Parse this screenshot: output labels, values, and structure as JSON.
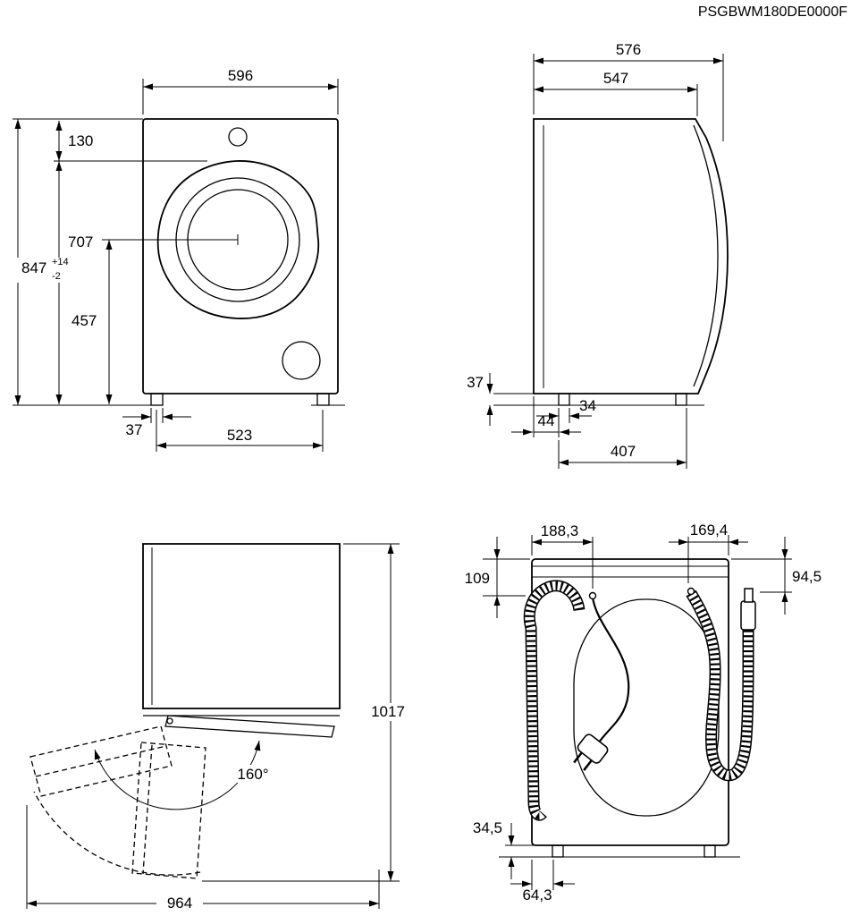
{
  "header": {
    "part_number": "PSGBWM180DE0000F"
  },
  "front_view": {
    "width": "596",
    "top_to_door": "130",
    "door_to_floor": "707",
    "height": "847",
    "height_tol_plus": "+14",
    "height_tol_minus": "-2",
    "door_center_height": "457",
    "foot_width": "37",
    "feet_span": "523"
  },
  "side_view": {
    "depth_total": "576",
    "depth_body": "547",
    "foot_height": "37",
    "foot_depth": "34",
    "back_to_foot": "44",
    "feet_span": "407"
  },
  "open_door_view": {
    "depth_door_open": "1017",
    "door_angle": "160°",
    "width_door_open": "964"
  },
  "rear_view": {
    "left_to_cord": "188,3",
    "inlet_to_right": "169,4",
    "top_to_cord": "109",
    "top_to_inlet": "94,5",
    "foot_height": "34,5",
    "left_to_drain": "64,3"
  }
}
